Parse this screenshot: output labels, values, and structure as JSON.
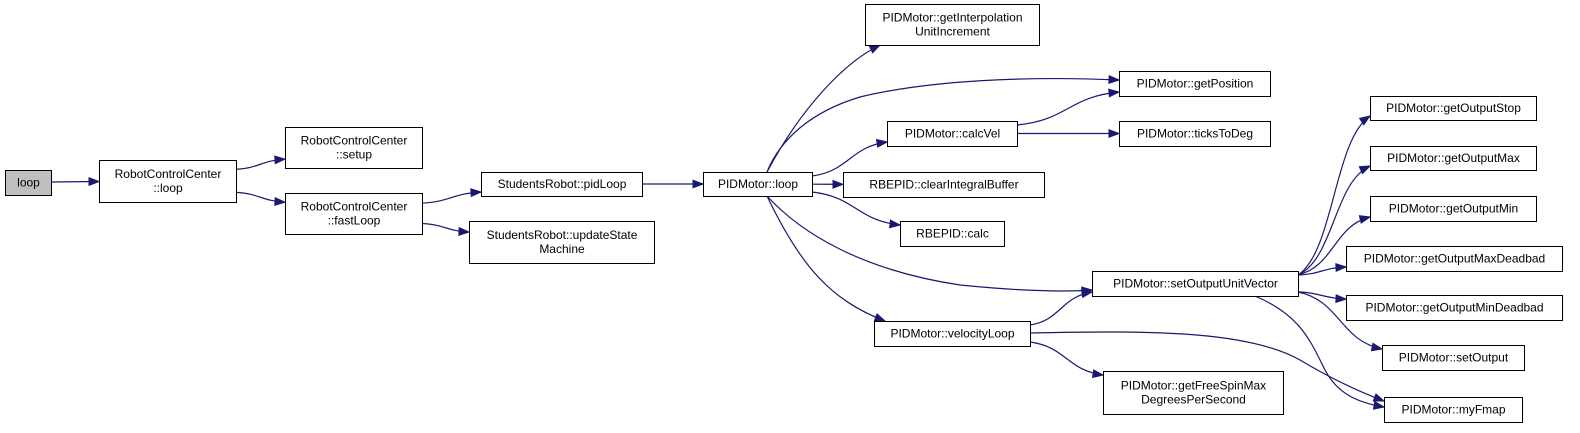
{
  "colors": {
    "edge": "#191970",
    "node_border": "#000000",
    "node_fill": "#ffffff",
    "root_fill": "#bfbfbf"
  },
  "nodes": [
    {
      "id": "loop",
      "lines": [
        "loop"
      ]
    },
    {
      "id": "rcc_loop",
      "lines": [
        "RobotControlCenter",
        "::loop"
      ]
    },
    {
      "id": "rcc_setup",
      "lines": [
        "RobotControlCenter",
        "::setup"
      ]
    },
    {
      "id": "rcc_fastloop",
      "lines": [
        "RobotControlCenter",
        "::fastLoop"
      ]
    },
    {
      "id": "sr_pidloop",
      "lines": [
        "StudentsRobot::pidLoop"
      ]
    },
    {
      "id": "sr_update",
      "lines": [
        "StudentsRobot::updateState",
        "Machine"
      ]
    },
    {
      "id": "pid_loop",
      "lines": [
        "PIDMotor::loop"
      ]
    },
    {
      "id": "pid_getinterp",
      "lines": [
        "PIDMotor::getInterpolation",
        "UnitIncrement"
      ]
    },
    {
      "id": "pid_getpos",
      "lines": [
        "PIDMotor::getPosition"
      ]
    },
    {
      "id": "pid_calcvel",
      "lines": [
        "PIDMotor::calcVel"
      ]
    },
    {
      "id": "pid_tickstodeg",
      "lines": [
        "PIDMotor::ticksToDeg"
      ]
    },
    {
      "id": "rbe_clear",
      "lines": [
        "RBEPID::clearIntegralBuffer"
      ]
    },
    {
      "id": "rbe_calc",
      "lines": [
        "RBEPID::calc"
      ]
    },
    {
      "id": "pid_setout",
      "lines": [
        "PIDMotor::setOutputUnitVector"
      ]
    },
    {
      "id": "pid_velloop",
      "lines": [
        "PIDMotor::velocityLoop"
      ]
    },
    {
      "id": "pid_freespin",
      "lines": [
        "PIDMotor::getFreeSpinMax",
        "DegreesPerSecond"
      ]
    },
    {
      "id": "pid_outstop",
      "lines": [
        "PIDMotor::getOutputStop"
      ]
    },
    {
      "id": "pid_outmax",
      "lines": [
        "PIDMotor::getOutputMax"
      ]
    },
    {
      "id": "pid_outmin",
      "lines": [
        "PIDMotor::getOutputMin"
      ]
    },
    {
      "id": "pid_outmaxdb",
      "lines": [
        "PIDMotor::getOutputMaxDeadbad"
      ]
    },
    {
      "id": "pid_outmindb",
      "lines": [
        "PIDMotor::getOutputMinDeadbad"
      ]
    },
    {
      "id": "pid_setoutput",
      "lines": [
        "PIDMotor::setOutput"
      ]
    },
    {
      "id": "pid_myfmap",
      "lines": [
        "PIDMotor::myFmap"
      ]
    }
  ],
  "edges": [
    [
      "loop",
      "rcc_loop"
    ],
    [
      "rcc_loop",
      "rcc_setup"
    ],
    [
      "rcc_loop",
      "rcc_fastloop"
    ],
    [
      "rcc_fastloop",
      "sr_pidloop"
    ],
    [
      "rcc_fastloop",
      "sr_update"
    ],
    [
      "sr_pidloop",
      "pid_loop"
    ],
    [
      "pid_loop",
      "pid_getinterp"
    ],
    [
      "pid_loop",
      "pid_getpos"
    ],
    [
      "pid_loop",
      "pid_calcvel"
    ],
    [
      "pid_loop",
      "rbe_clear"
    ],
    [
      "pid_loop",
      "rbe_calc"
    ],
    [
      "pid_loop",
      "pid_setout"
    ],
    [
      "pid_loop",
      "pid_velloop"
    ],
    [
      "pid_calcvel",
      "pid_getpos"
    ],
    [
      "pid_calcvel",
      "pid_tickstodeg"
    ],
    [
      "pid_velloop",
      "pid_setout"
    ],
    [
      "pid_velloop",
      "pid_freespin"
    ],
    [
      "pid_velloop",
      "pid_myfmap"
    ],
    [
      "pid_setout",
      "pid_outstop"
    ],
    [
      "pid_setout",
      "pid_outmax"
    ],
    [
      "pid_setout",
      "pid_outmin"
    ],
    [
      "pid_setout",
      "pid_outmaxdb"
    ],
    [
      "pid_setout",
      "pid_outmindb"
    ],
    [
      "pid_setout",
      "pid_setoutput"
    ],
    [
      "pid_setout",
      "pid_myfmap"
    ]
  ]
}
